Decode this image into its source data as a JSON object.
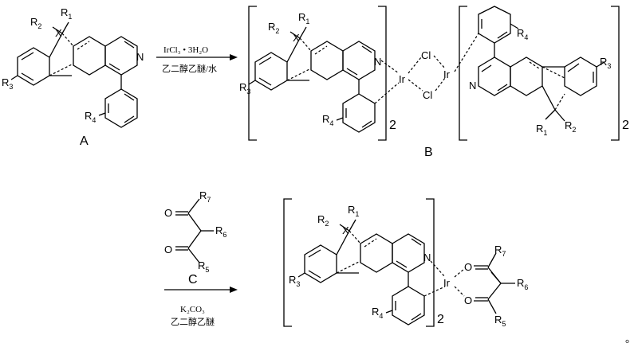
{
  "labels": {
    "R1": "R",
    "R1_sub": "1",
    "R2": "R",
    "R2_sub": "2",
    "R3": "R",
    "R3_sub": "3",
    "R4": "R",
    "R4_sub": "4",
    "R5": "R",
    "R5_sub": "5",
    "R6": "R",
    "R6_sub": "6",
    "R7": "R",
    "R7_sub": "7",
    "X": "X",
    "N": "N",
    "Ir": "Ir",
    "Cl": "Cl",
    "O": "O",
    "mult": "2"
  },
  "compounds": {
    "A": "A",
    "B": "B",
    "C": "C"
  },
  "step1": {
    "reagent": "IrCl₃ • 3H₂O",
    "solvent": "乙二醇乙醚/水"
  },
  "step2": {
    "base": "K₂CO₃",
    "solvent": "乙二醇乙醚"
  },
  "end_mark": "。"
}
